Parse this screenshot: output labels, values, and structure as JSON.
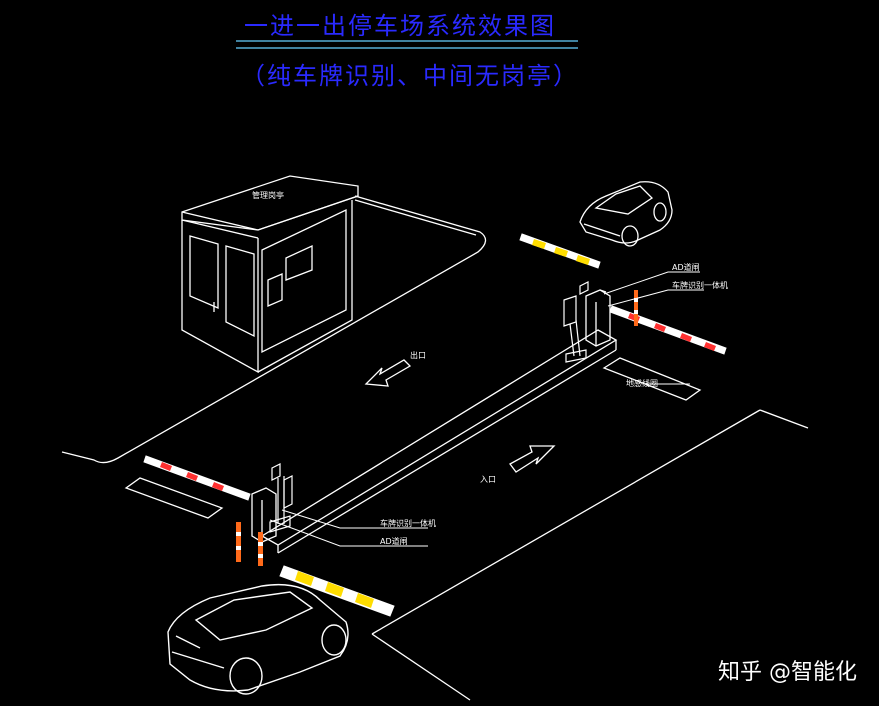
{
  "title": "一进一出停车场系统效果图",
  "subtitle": "（纯车牌识别、中间无岗亭）",
  "booth_label": "管理岗亭",
  "exit_label": "出口",
  "entry_label": "入口",
  "upper_labels": {
    "ad_gate": "AD道闸",
    "plate_camera": "车牌识别一体机",
    "loop_detector": "地感线圈"
  },
  "lower_labels": {
    "plate_camera": "车牌识别一体机",
    "ad_gate": "AD道闸"
  },
  "watermark": "知乎 @智能化",
  "colors": {
    "lines": "#ffffff",
    "title": "#2a2aff",
    "barrier_yellow": "#ffdd00",
    "bollard": "#ff6a1a"
  }
}
